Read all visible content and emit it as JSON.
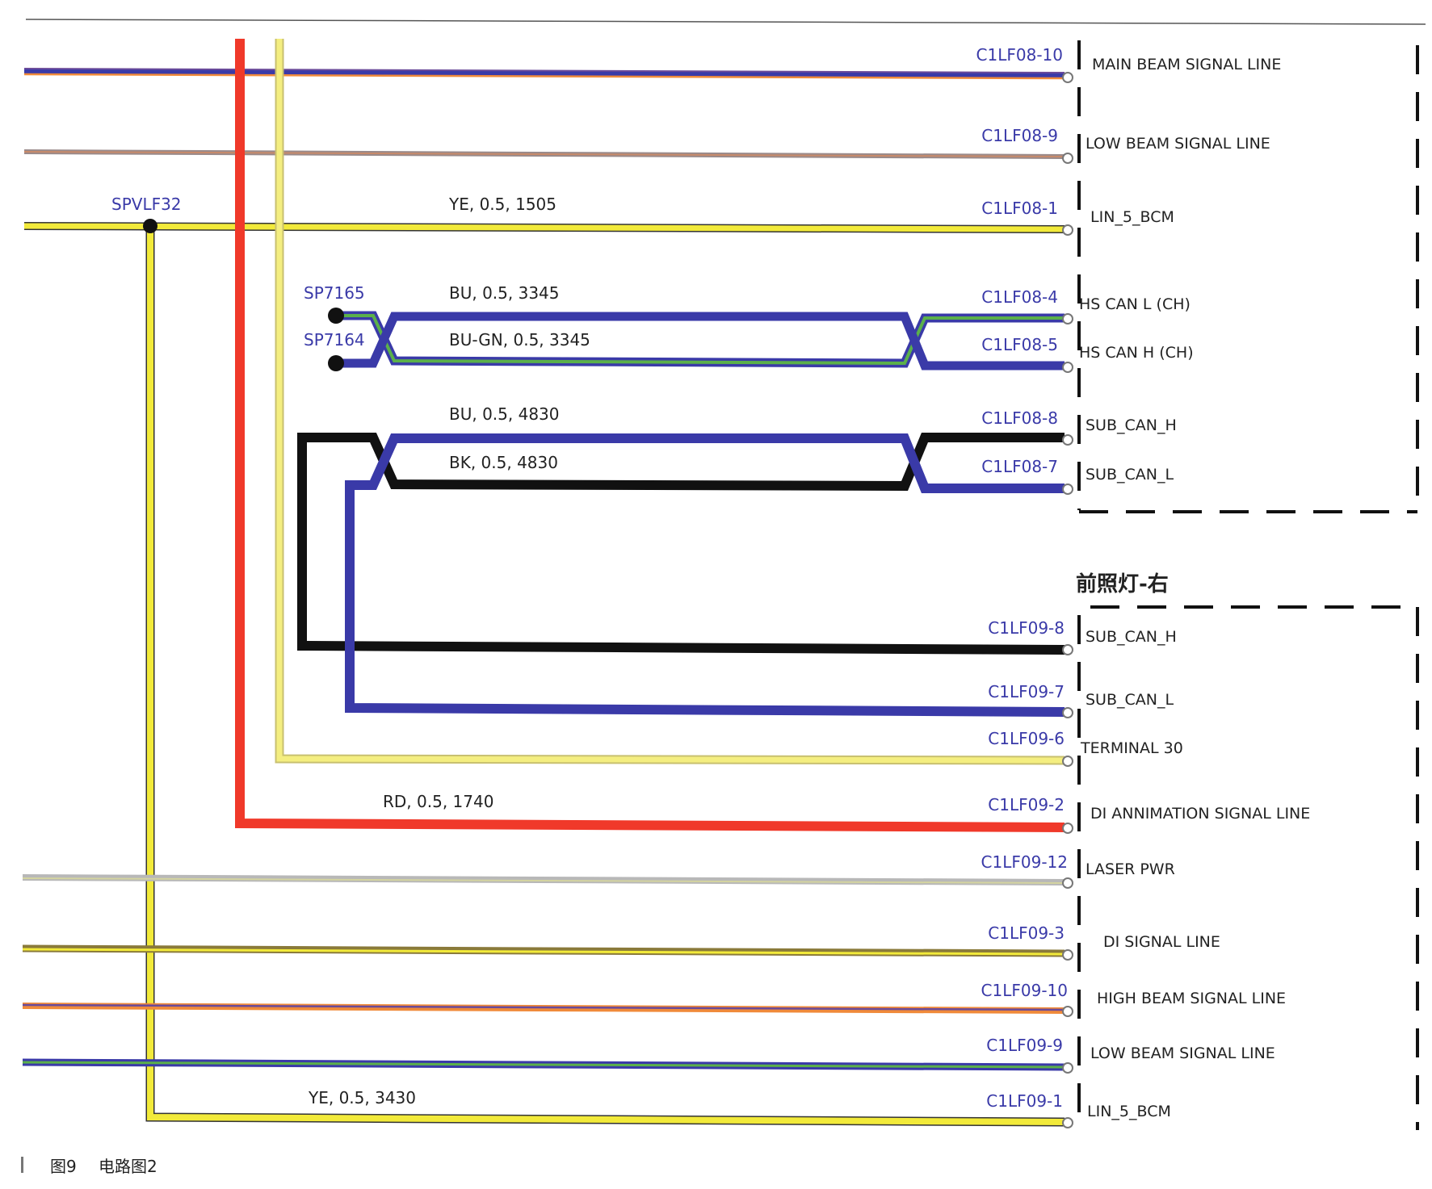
{
  "colors": {
    "blue": "#3a3aa8",
    "yellow": "#f2ea3a",
    "red": "#f0392a",
    "green": "#5bb04a",
    "black": "#111111",
    "orange": "#f08a3a",
    "gray": "#b8b8b8",
    "purple": "#6a4a9a"
  },
  "splices": {
    "spvlf32": "SPVLF32",
    "sp7165": "SP7165",
    "sp7164": "SP7164"
  },
  "wire_labels": {
    "ye_1505": "YE, 0.5, 1505",
    "bu_3345": "BU, 0.5, 3345",
    "bugn_3345": "BU-GN, 0.5, 3345",
    "bu_4830": "BU, 0.5, 4830",
    "bk_4830": "BK, 0.5, 4830",
    "rd_1740": "RD, 0.5, 1740",
    "ye_3430": "YE, 0.5, 3430"
  },
  "connector1": {
    "pins": [
      {
        "pin": "C1LF08-10",
        "signal": "MAIN BEAM SIGNAL LINE"
      },
      {
        "pin": "C1LF08-9",
        "signal": "LOW BEAM SIGNAL LINE"
      },
      {
        "pin": "C1LF08-1",
        "signal": "LIN_5_BCM"
      },
      {
        "pin": "C1LF08-4",
        "signal": "HS CAN L (CH)"
      },
      {
        "pin": "C1LF08-5",
        "signal": "HS CAN H (CH)"
      },
      {
        "pin": "C1LF08-8",
        "signal": "SUB_CAN_H"
      },
      {
        "pin": "C1LF08-7",
        "signal": "SUB_CAN_L"
      }
    ]
  },
  "connector2": {
    "title": "前照灯-右",
    "pins": [
      {
        "pin": "C1LF09-8",
        "signal": "SUB_CAN_H"
      },
      {
        "pin": "C1LF09-7",
        "signal": "SUB_CAN_L"
      },
      {
        "pin": "C1LF09-6",
        "signal": "TERMINAL 30"
      },
      {
        "pin": "C1LF09-2",
        "signal": "DI ANNIMATION SIGNAL LINE"
      },
      {
        "pin": "C1LF09-12",
        "signal": "LASER PWR"
      },
      {
        "pin": "C1LF09-3",
        "signal": "DI SIGNAL LINE"
      },
      {
        "pin": "C1LF09-10",
        "signal": "HIGH BEAM SIGNAL LINE"
      },
      {
        "pin": "C1LF09-9",
        "signal": "LOW BEAM SIGNAL LINE"
      },
      {
        "pin": "C1LF09-1",
        "signal": "LIN_5_BCM"
      }
    ]
  },
  "caption": {
    "fig": "图9",
    "text": "电路图2"
  }
}
